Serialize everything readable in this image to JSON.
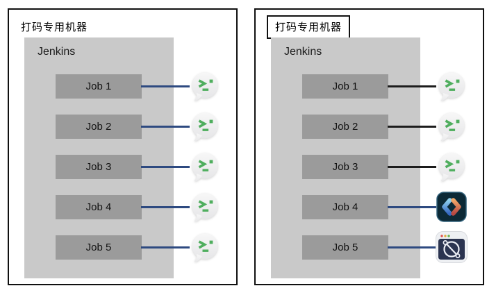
{
  "colors": {
    "panel_border": "#101010",
    "machine_bg": "#c9c9c9",
    "job_bg": "#9b9b9b",
    "connector_navy": "#2e4a80",
    "connector_black": "#1c1c1c",
    "terminal_green": "#4fae5e",
    "brackets_icon_bg": "#0c2936",
    "window_icon_bg": "#2b3450"
  },
  "panels": [
    {
      "title": "打码专用机器",
      "title_boxed": false,
      "server": "Jenkins",
      "jobs": [
        {
          "label": "Job 1",
          "line_color": "#2e4a80",
          "icon": "terminal-chat"
        },
        {
          "label": "Job 2",
          "line_color": "#2e4a80",
          "icon": "terminal-chat"
        },
        {
          "label": "Job 3",
          "line_color": "#2e4a80",
          "icon": "terminal-chat"
        },
        {
          "label": "Job 4",
          "line_color": "#2e4a80",
          "icon": "terminal-chat"
        },
        {
          "label": "Job 5",
          "line_color": "#2e4a80",
          "icon": "terminal-chat"
        }
      ]
    },
    {
      "title": "打码专用机器",
      "title_boxed": true,
      "server": "Jenkins",
      "jobs": [
        {
          "label": "Job 1",
          "line_color": "#1c1c1c",
          "icon": "terminal-chat"
        },
        {
          "label": "Job 2",
          "line_color": "#1c1c1c",
          "icon": "terminal-chat"
        },
        {
          "label": "Job 3",
          "line_color": "#1c1c1c",
          "icon": "terminal-chat"
        },
        {
          "label": "Job 4",
          "line_color": "#2e4a80",
          "icon": "code-brackets-app"
        },
        {
          "label": "Job 5",
          "line_color": "#2e4a80",
          "icon": "orbit-browser-app"
        }
      ]
    }
  ]
}
